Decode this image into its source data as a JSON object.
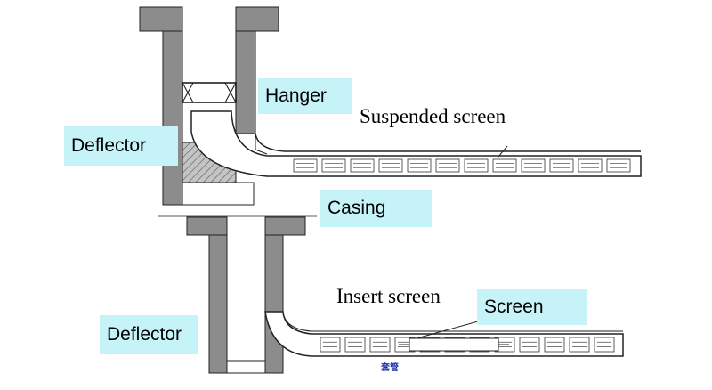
{
  "top_assembly": {
    "labels": {
      "hanger": "Hanger",
      "deflector": "Deflector",
      "suspended_screen": "Suspended screen",
      "casing": "Casing"
    }
  },
  "bottom_assembly": {
    "labels": {
      "deflector": "Deflector",
      "insert_screen": "Insert screen",
      "screen": "Screen"
    },
    "caption": "套管"
  },
  "colors": {
    "callout_fill": "#c6f3f8",
    "wall_fill": "#8c8c8c",
    "hatch_fill": "#b9b9b9",
    "caption_text": "#1c2fa8"
  }
}
